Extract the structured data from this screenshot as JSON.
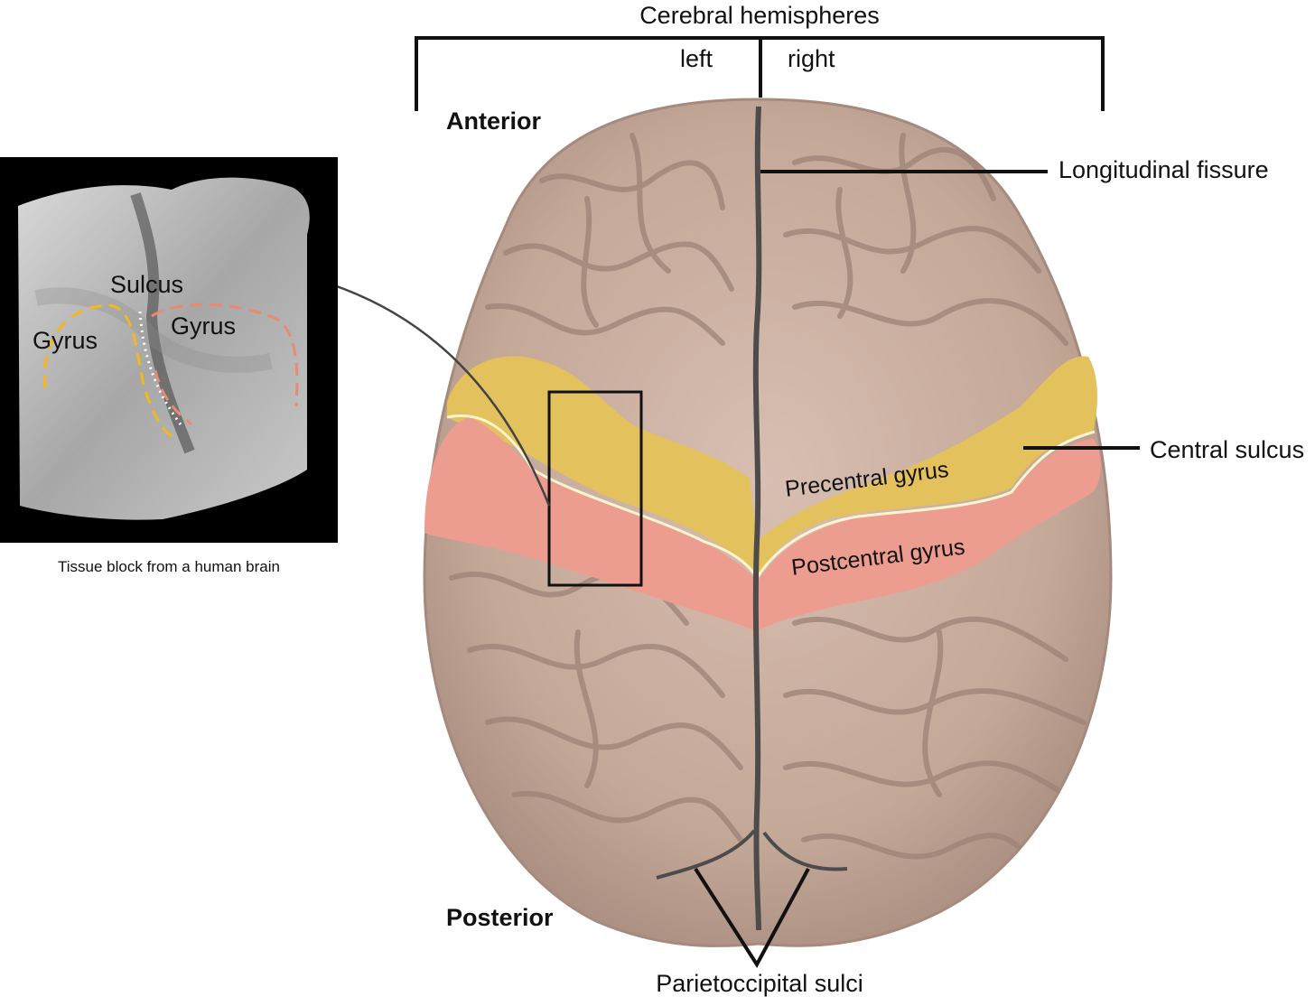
{
  "header": {
    "title": "Cerebral hemispheres",
    "left": "left",
    "right": "right"
  },
  "orientation": {
    "anterior": "Anterior",
    "posterior": "Posterior"
  },
  "brain_labels": {
    "longitudinal_fissure": "Longitudinal fissure",
    "central_sulcus": "Central sulcus",
    "precentral_gyrus": "Precentral gyrus",
    "postcentral_gyrus": "Postcentral gyrus",
    "parietoccipital_sulci": "Parietoccipital sulci"
  },
  "inset": {
    "sulcus": "Sulcus",
    "gyrus_left": "Gyrus",
    "gyrus_right": "Gyrus",
    "caption": "Tissue block from a human brain"
  },
  "colors": {
    "brain": "#c7ab9e",
    "brain_shadow": "#9c8276",
    "precentral": "#e5c463",
    "postcentral": "#ee9d91",
    "gyrus_left_dash": "#f2b81e",
    "gyrus_right_dash": "#e98a72",
    "inset_bg": "#000000"
  }
}
